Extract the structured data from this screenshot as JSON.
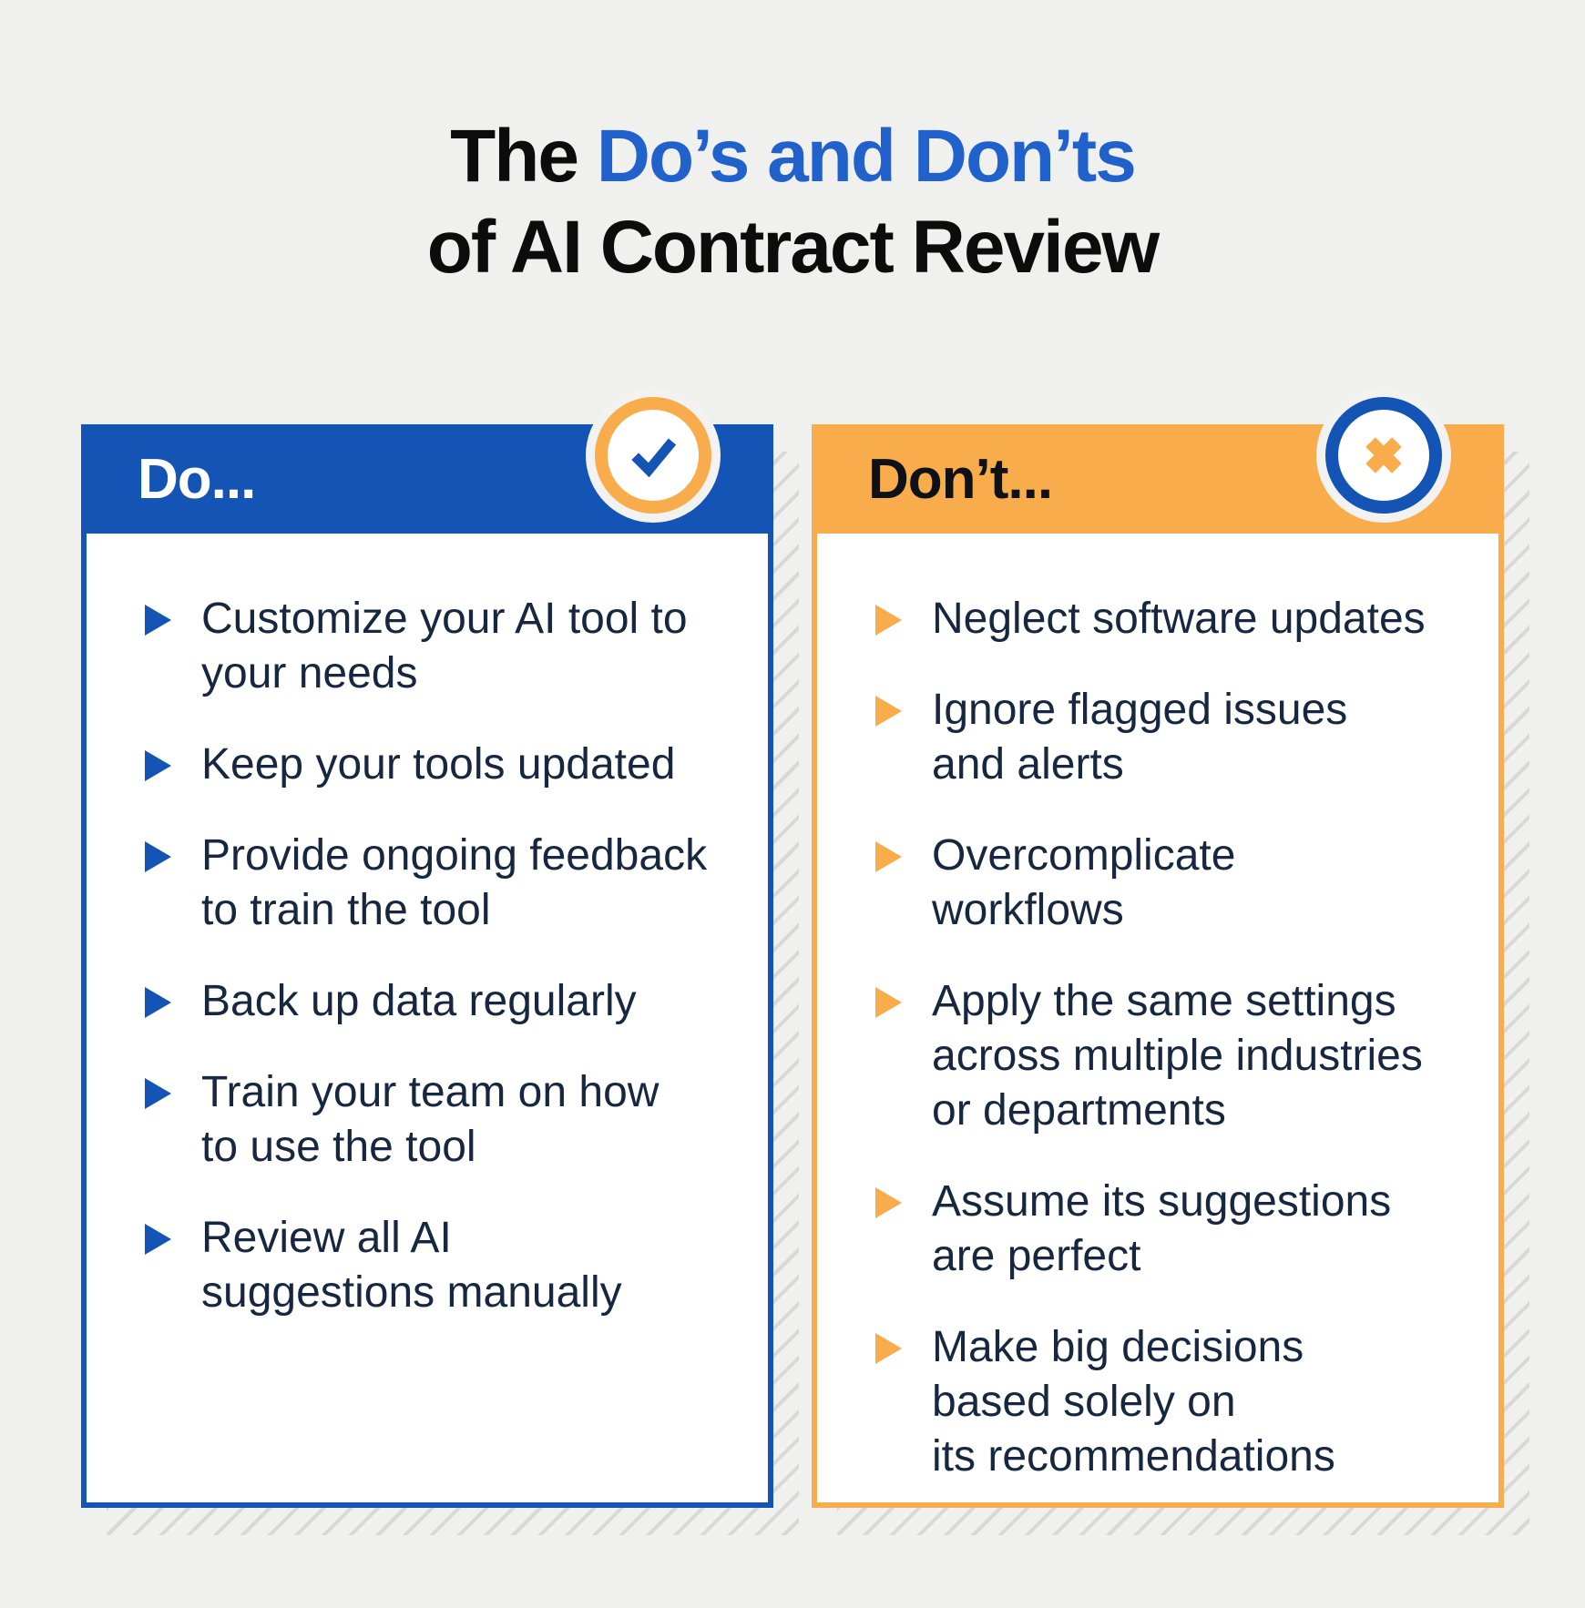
{
  "page": {
    "background_color": "#F0F0EF",
    "hatch_color": "#D8D8D8"
  },
  "title": {
    "prefix": "The ",
    "highlight": "Do’s and Don’ts",
    "line2": "of AI Contract Review",
    "highlight_color": "#2161CB",
    "text_color": "#0C0C0C"
  },
  "do_card": {
    "header": "Do...",
    "accent_color": "#1454B4",
    "badge_icon": "check-icon",
    "badge_ring_color": "#F8AC4B",
    "items": [
      "Customize your AI tool to\nyour needs",
      "Keep your tools updated",
      "Provide ongoing feedback\nto train the tool",
      "Back up data regularly",
      "Train your team on how\nto use the tool",
      "Review all AI\nsuggestions manually"
    ]
  },
  "dont_card": {
    "header": "Don’t...",
    "accent_color": "#F8AC4B",
    "badge_icon": "x-icon",
    "badge_ring_color": "#1454B4",
    "items": [
      "Neglect software updates",
      "Ignore flagged issues\nand alerts",
      "Overcomplicate\nworkflows",
      "Apply the same settings\nacross multiple industries\nor departments",
      "Assume its suggestions\nare perfect",
      "Make big decisions\nbased solely on\nits recommendations"
    ]
  }
}
